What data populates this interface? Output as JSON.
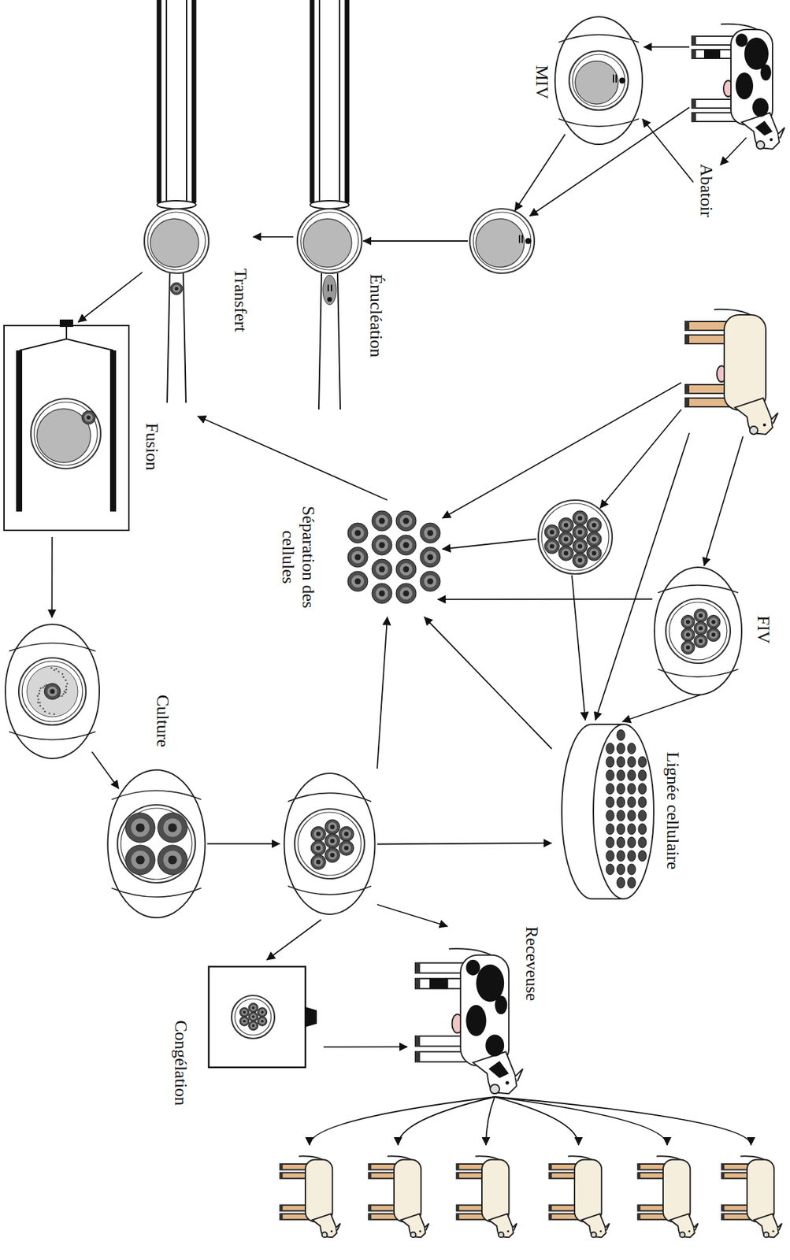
{
  "diagram": {
    "nodes": [
      {
        "text": [
          "Abatoir"
        ]
      },
      {
        "text": [
          "MIV"
        ]
      },
      {
        "text": [
          "Énucléation"
        ]
      },
      {
        "text": [
          "Transfert"
        ]
      },
      {
        "text": [
          "Fusion"
        ]
      },
      {
        "text": [
          "Culture"
        ]
      },
      {
        "text": [
          "FIV"
        ]
      },
      {
        "text": [
          "Séparation des cellules"
        ]
      },
      {
        "text": [
          "Lignée cellulaire"
        ]
      },
      {
        "text": [
          "Receveuse"
        ]
      },
      {
        "text": [
          "Congélation"
        ]
      }
    ],
    "edges": [
      {
        "from": 0,
        "to": 1,
        "arrow": "to"
      },
      {
        "from": 2,
        "to": 3,
        "arrow": "to"
      },
      {
        "from": 7,
        "to": 3,
        "arrow": "to"
      },
      {
        "from": 3,
        "to": 4,
        "arrow": "to"
      },
      {
        "from": 4,
        "to": 5,
        "arrow": "to"
      },
      {
        "from": 6,
        "to": 7,
        "arrow": "to"
      },
      {
        "from": 6,
        "to": 8,
        "arrow": "to"
      },
      {
        "from": 8,
        "to": 7,
        "arrow": "to"
      },
      {
        "from": 5,
        "to": 7,
        "arrow": "to"
      },
      {
        "from": 5,
        "to": 8,
        "arrow": "to"
      },
      {
        "from": 5,
        "to": 9,
        "arrow": "to"
      },
      {
        "from": 5,
        "to": 10,
        "arrow": "to"
      },
      {
        "from": 10,
        "to": 9,
        "arrow": "to"
      }
    ]
  }
}
